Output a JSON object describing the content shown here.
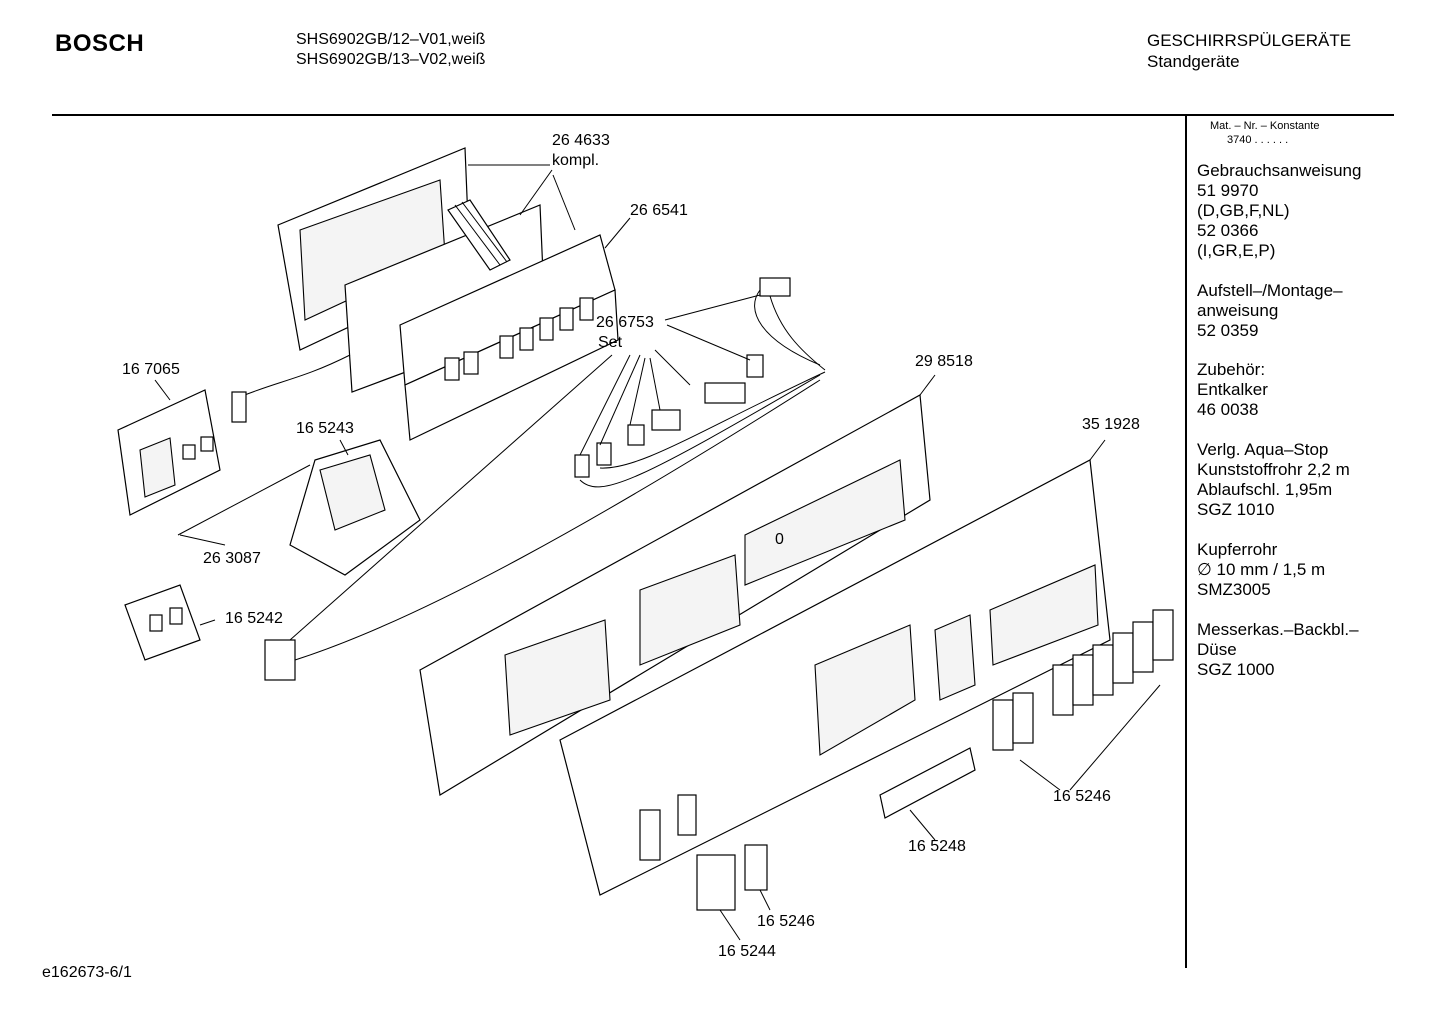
{
  "header": {
    "brand": "BOSCH",
    "models": [
      "SHS6902GB/12–V01,weiß",
      "SHS6902GB/13–V02,weiß"
    ],
    "category": [
      "GESCHIRRSPÜLGERÄTE",
      "Standgeräte"
    ]
  },
  "sidebar": {
    "mat_header": "Mat. – Nr. – Konstante",
    "mat_value": "3740 .  .  .  .  .  .",
    "groups": [
      {
        "lines": [
          "Gebrauchsanweisung",
          "51 9970",
          "(D,GB,F,NL)",
          "52 0366",
          "(I,GR,E,P)"
        ]
      },
      {
        "lines": [
          "Aufstell–/Montage–",
          "anweisung",
          "52 0359"
        ]
      },
      {
        "lines": [
          "Zubehör:",
          "Entkalker",
          "46 0038"
        ]
      },
      {
        "lines": [
          "Verlg. Aqua–Stop",
          "Kunststoffrohr 2,2 m",
          "Ablaufschl. 1,95m",
          "SGZ 1010"
        ]
      },
      {
        "lines": [
          "Kupferrohr",
          "∅ 10 mm / 1,5 m",
          "SMZ3005"
        ]
      },
      {
        "lines": [
          "Messerkas.–Backbl.–",
          "Düse",
          "SGZ 1000"
        ]
      }
    ]
  },
  "callouts": {
    "c264633": [
      "26 4633",
      "kompl."
    ],
    "c266541": "26 6541",
    "c266753": [
      "26 6753",
      "Set"
    ],
    "c167065": "16 7065",
    "c165243": "16 5243",
    "c298518": "29 8518",
    "c351928": "35 1928",
    "c263087": "26 3087",
    "c165242": "16 5242",
    "c165246a": "16 5246",
    "c165248": "16 5248",
    "c165246b": "16 5246",
    "c165244": "16 5244",
    "display_digit": "0"
  },
  "footer": {
    "drawing_id": "e162673-6/1"
  }
}
